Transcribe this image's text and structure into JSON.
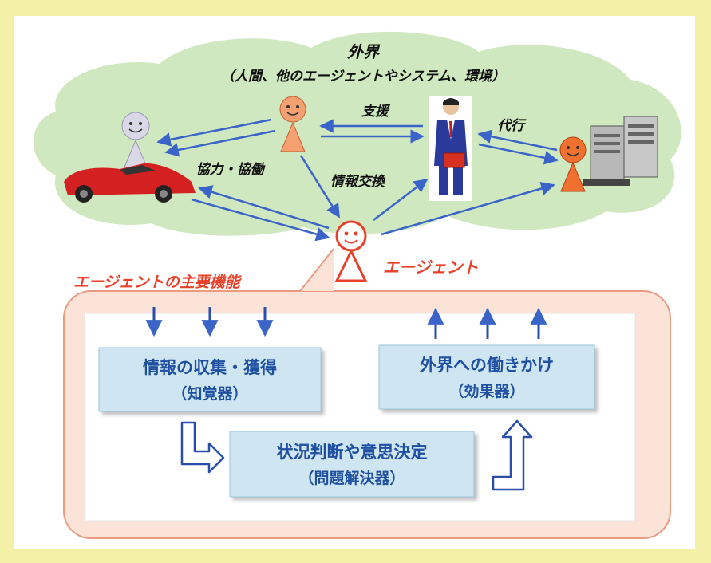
{
  "external_world": {
    "title": "外界",
    "subtitle": "（人間、他のエージェントやシステム、環境）"
  },
  "relations": {
    "support": "支援",
    "proxy": "代行",
    "cooperation": "協力・協働",
    "info_exchange": "情報交換"
  },
  "agent_label": "エージェント",
  "functions_title": "エージェントの主要機能",
  "boxes": {
    "perception": {
      "line1": "情報の収集・獲得",
      "line2": "（知覚器）"
    },
    "effector": {
      "line1": "外界への働きかけ",
      "line2": "（効果器）"
    },
    "decision": {
      "line1": "状況判断や意思決定",
      "line2": "（問題解決器）"
    }
  },
  "icons": [
    "smiley-person-icon",
    "businessman-icon",
    "sports-car-icon",
    "computer-server-icon"
  ],
  "colors": {
    "background": "#f4f0a8",
    "cloud": "#cfe8c0",
    "arrow": "#3a64c8",
    "agent_label": "#e8402a",
    "panel_fill": "#fbe3d8",
    "panel_border": "#e89a82",
    "box_fill": "#cfe6f2",
    "box_text": "#1f4fa0"
  }
}
